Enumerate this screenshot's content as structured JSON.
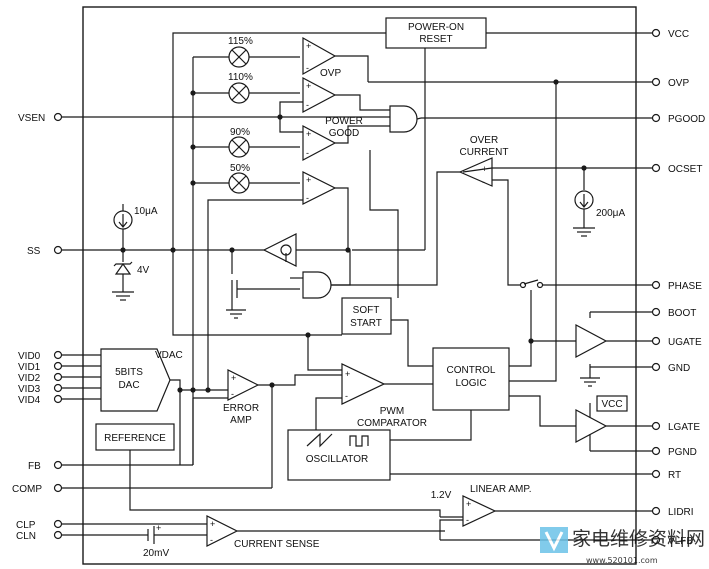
{
  "pins_left": {
    "vsen": "VSEN",
    "ss": "SS",
    "vid0": "VID0",
    "vid1": "VID1",
    "vid2": "VID2",
    "vid3": "VID3",
    "vid4": "VID4",
    "fb": "FB",
    "comp": "COMP",
    "clp": "CLP",
    "cln": "CLN"
  },
  "pins_right": {
    "vcc": "VCC",
    "ovp": "OVP",
    "pgood": "PGOOD",
    "ocset": "OCSET",
    "phase": "PHASE",
    "boot": "BOOT",
    "ugate": "UGATE",
    "gnd": "GND",
    "lgate": "LGATE",
    "pgnd": "PGND",
    "rt": "RT",
    "lidri": "LIDRI",
    "vlfb": "VLFB"
  },
  "blocks": {
    "power_on_reset_line1": "POWER-ON",
    "power_on_reset_line2": "RESET",
    "soft_start_line1": "SOFT",
    "soft_start_line2": "START",
    "control_logic_line1": "CONTROL",
    "control_logic_line2": "LOGIC",
    "dac_line1": "5BITS",
    "dac_line2": "DAC",
    "dac_output": "VDAC",
    "reference": "REFERENCE",
    "oscillator": "OSCILLATOR",
    "vcc_box": "VCC"
  },
  "labels": {
    "ovp": "OVP",
    "power_good_line1": "POWER",
    "power_good_line2": "GOOD",
    "over_current_line1": "OVER",
    "over_current_line2": "CURRENT",
    "error_amp_line1": "ERROR",
    "error_amp_line2": "AMP",
    "pwm_comparator_line1": "PWM",
    "pwm_comparator_line2": "COMPARATOR",
    "linear_amp": "LINEAR AMP.",
    "current_sense": "CURRENT SENSE",
    "ref_1v2": "1.2V",
    "offset_20mv": "20mV",
    "ss_current": "10μA",
    "ss_clamp": "4V",
    "oc_current": "200μA",
    "pct_115": "115%",
    "pct_110": "110%",
    "pct_90": "90%",
    "pct_50": "50%",
    "plus": "+",
    "minus": "-"
  },
  "watermark": {
    "text": "家电维修资料网",
    "url": "www.520101.com"
  }
}
